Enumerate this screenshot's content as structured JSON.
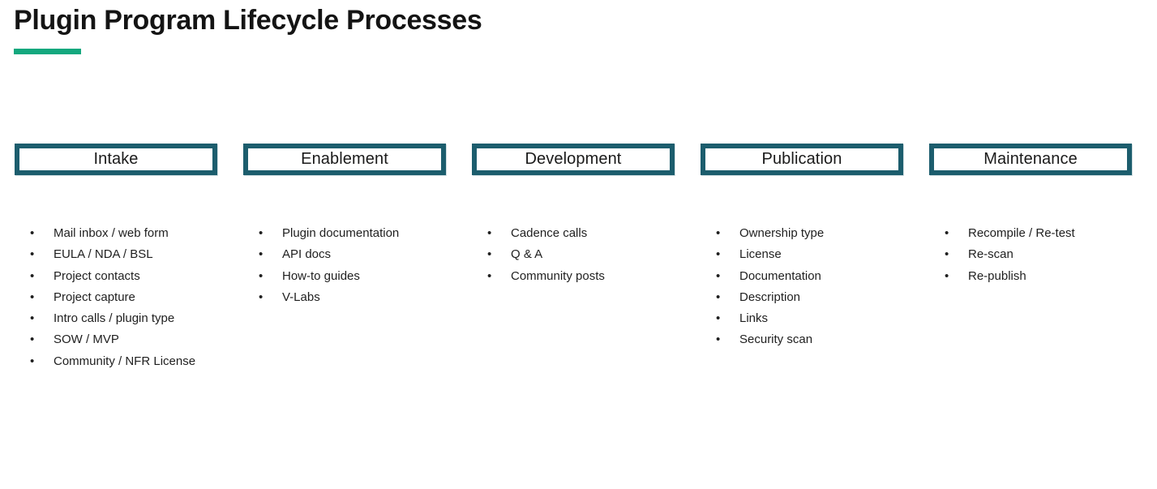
{
  "page": {
    "title": "Plugin Program Lifecycle Processes"
  },
  "colors": {
    "accent_green": "#13A87E",
    "box_border_teal": "#1C5D6D",
    "text": "#1F1F1F"
  },
  "columns": [
    {
      "header": "Intake",
      "items": [
        "Mail inbox / web form",
        "EULA / NDA / BSL",
        "Project contacts",
        "Project capture",
        "Intro calls / plugin type",
        "SOW / MVP",
        "Community / NFR License"
      ]
    },
    {
      "header": "Enablement",
      "items": [
        "Plugin documentation",
        "API docs",
        "How-to guides",
        "V-Labs"
      ]
    },
    {
      "header": "Development",
      "items": [
        "Cadence calls",
        "Q & A",
        "Community posts"
      ]
    },
    {
      "header": "Publication",
      "items": [
        "Ownership type",
        "License",
        "Documentation",
        "Description",
        "Links",
        "Security scan"
      ]
    },
    {
      "header": "Maintenance",
      "items": [
        "Recompile / Re-test",
        "Re-scan",
        "Re-publish"
      ]
    }
  ]
}
